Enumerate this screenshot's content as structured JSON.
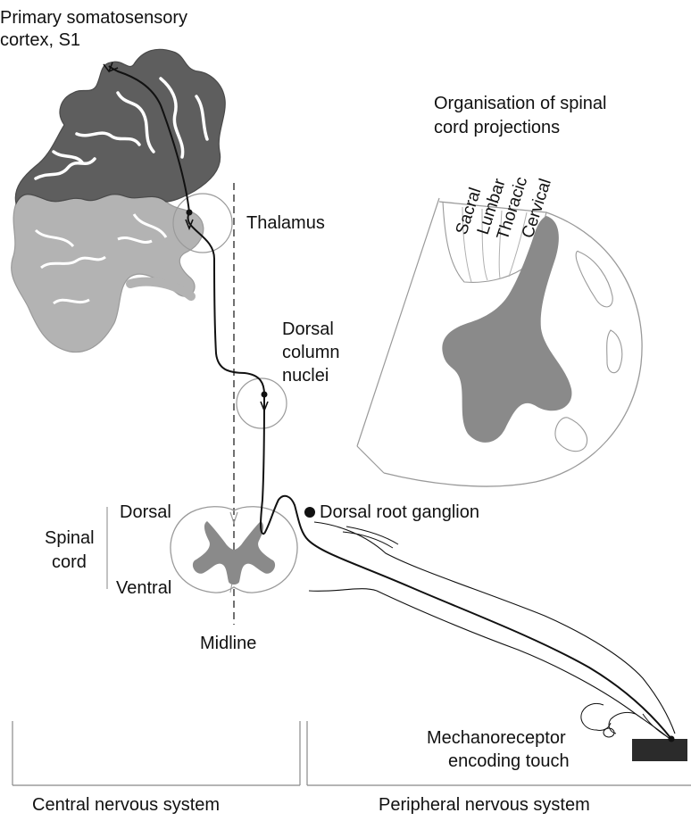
{
  "labels": {
    "s1_line1": "Primary somatosensory",
    "s1_line2": "cortex, S1",
    "thalamus": "Thalamus",
    "dcn_line1": "Dorsal",
    "dcn_line2": "column",
    "dcn_line3": "nuclei",
    "org_line1": "Organisation of spinal",
    "org_line2": "cord projections",
    "sacral": "Sacral",
    "lumbar": "Lumbar",
    "thoracic": "Thoracic",
    "cervical": "Cervical",
    "dorsal": "Dorsal",
    "spinal_line1": "Spinal",
    "spinal_line2": "cord",
    "ventral": "Ventral",
    "drg": "Dorsal root ganglion",
    "midline": "Midline",
    "mech_line1": "Mechanoreceptor",
    "mech_line2": "encoding touch",
    "cns": "Central nervous system",
    "pns": "Peripheral nervous system"
  },
  "colors": {
    "cortex_dark": "#5e5e5e",
    "cortex_light": "#b3b3b3",
    "grey_matter": "#8a8a8a",
    "line": "#111111",
    "outline": "#9a9a9a",
    "receptor_block": "#2b2b2b"
  }
}
